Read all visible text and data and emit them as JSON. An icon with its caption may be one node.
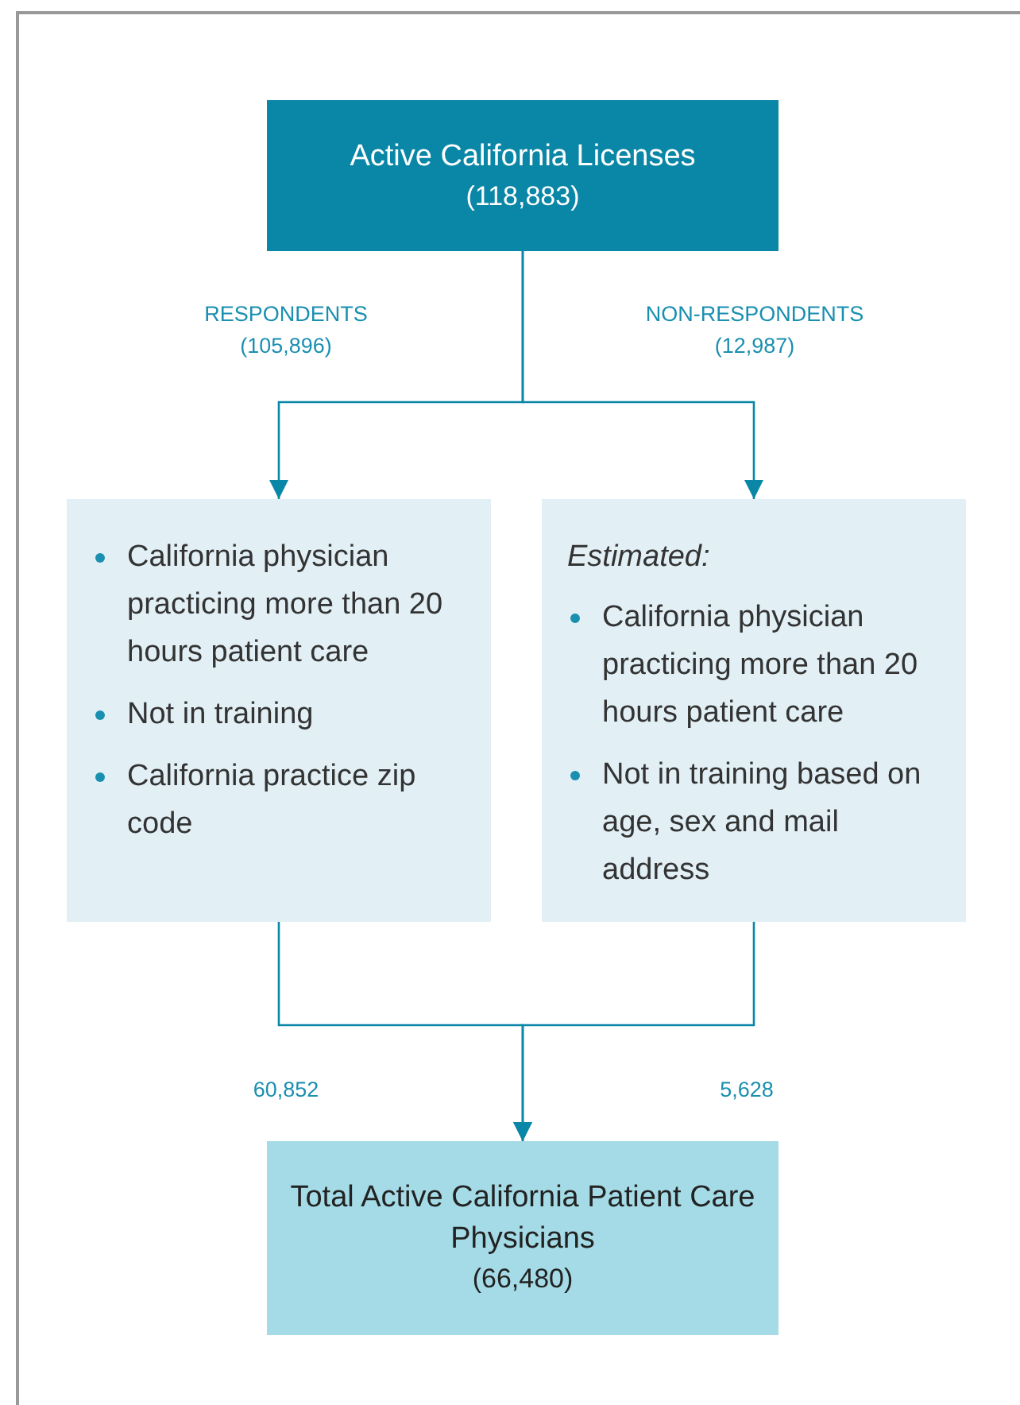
{
  "diagram": {
    "nodes": [
      {
        "text": [
          "Active California Licenses",
          "(118,883)"
        ]
      },
      {
        "text": [
          "California physician practicing more than 20 hours patient care",
          "Not in training",
          "California practice zip code"
        ]
      },
      {
        "text": [
          "Estimated:",
          "California physician practicing more than 20 hours patient care",
          "Not in training based on age, sex and mail address"
        ]
      },
      {
        "text": [
          "Total Active California Patient Care Physicians",
          "(66,480)"
        ]
      }
    ],
    "edges": [
      {
        "from": 0,
        "to": 1,
        "arrow": "to",
        "label": "RESPONDENTS (105,896)"
      },
      {
        "from": 0,
        "to": 2,
        "arrow": "to",
        "label": "NON-RESPONDENTS (12,987)"
      },
      {
        "from": 1,
        "to": 3,
        "arrow": "to",
        "label": "60,852"
      },
      {
        "from": 2,
        "to": 3,
        "arrow": "to",
        "label": "5,628"
      }
    ]
  }
}
